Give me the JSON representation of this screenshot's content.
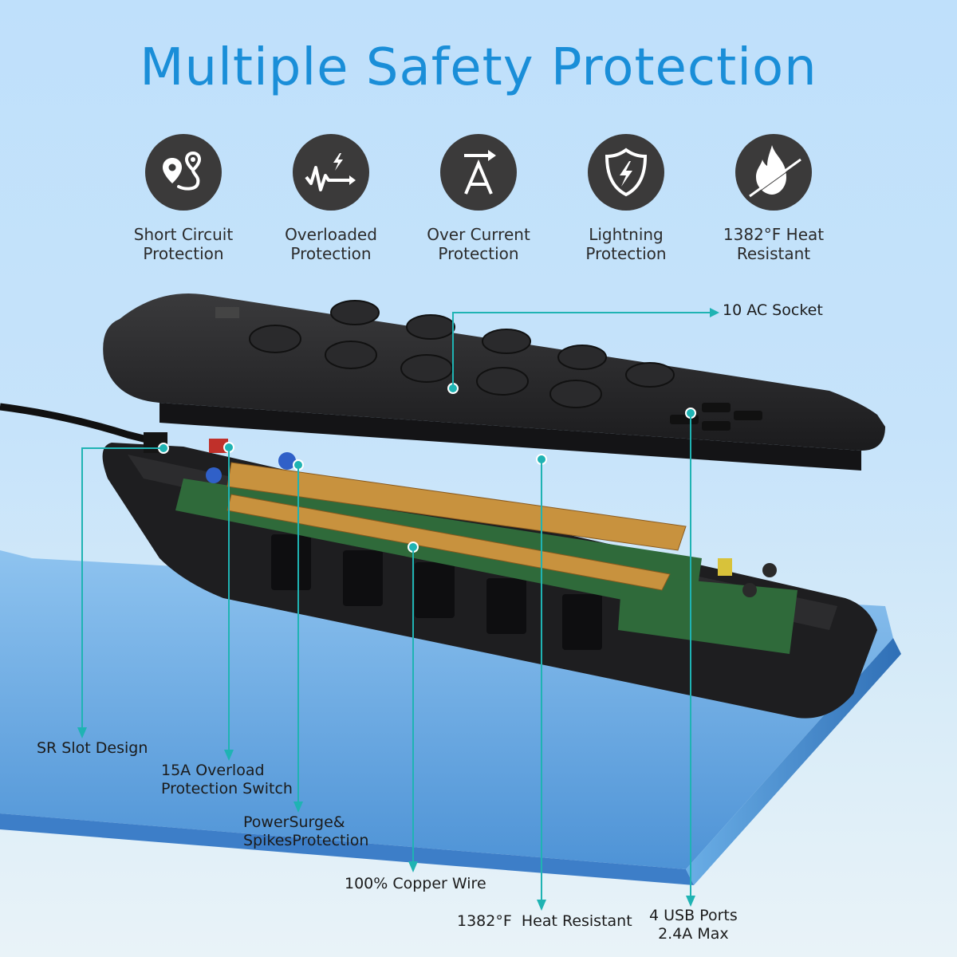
{
  "title": "Multiple Safety Protection",
  "features": [
    {
      "icon": "map-route-icon",
      "line1": "Short Circuit",
      "line2": "Protection"
    },
    {
      "icon": "surge-wave-icon",
      "line1": "Overloaded",
      "line2": "Protection"
    },
    {
      "icon": "ampere-arrow-icon",
      "line1": "Over Current",
      "line2": "Protection"
    },
    {
      "icon": "shield-lightning-icon",
      "line1": "Lightning",
      "line2": "Protection"
    },
    {
      "icon": "no-fire-icon",
      "line1": "1382°F Heat",
      "line2": "Resistant"
    }
  ],
  "product": {
    "description": "Exploded view of a black power strip with 10 AC outlets and 4 USB ports above its open base showing copper wiring and circuit board"
  },
  "callouts": {
    "ac_socket": "10 AC Socket",
    "sr_slot": "SR Slot Design",
    "overload_switch_1": "15A Overload",
    "overload_switch_2": "Protection Switch",
    "surge_1": "PowerSurge&",
    "surge_2": "SpikesProtection",
    "copper": "100% Copper Wire",
    "heat": "1382°F  Heat Resistant",
    "usb_1": "4 USB Ports",
    "usb_2": "2.4A Max"
  },
  "colors": {
    "title": "#1a8ed8",
    "callout_line": "#1fb3b3",
    "icon_circle": "#3b3a3a"
  }
}
